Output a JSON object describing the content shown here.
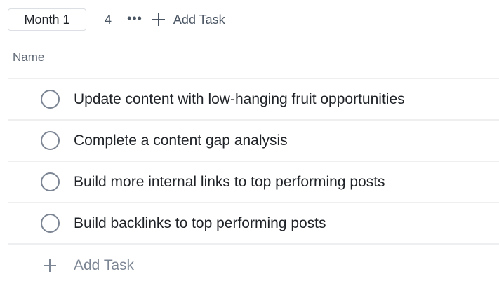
{
  "section": {
    "title": "Month 1",
    "task_count": "4",
    "more_icon": "ellipsis-icon",
    "add_task_label": "Add Task"
  },
  "columns": {
    "name": "Name"
  },
  "tasks": [
    {
      "name": "Update content with low-hanging fruit opportunities",
      "completed": false
    },
    {
      "name": "Complete a content gap analysis",
      "completed": false
    },
    {
      "name": "Build more internal links to top performing posts",
      "completed": false
    },
    {
      "name": "Build backlinks to top performing posts",
      "completed": false
    }
  ],
  "footer": {
    "add_task_label": "Add Task"
  },
  "colors": {
    "text_primary": "#1f2328",
    "text_secondary": "#4a5563",
    "text_muted": "#7d8694",
    "divider": "#eeeff1"
  }
}
